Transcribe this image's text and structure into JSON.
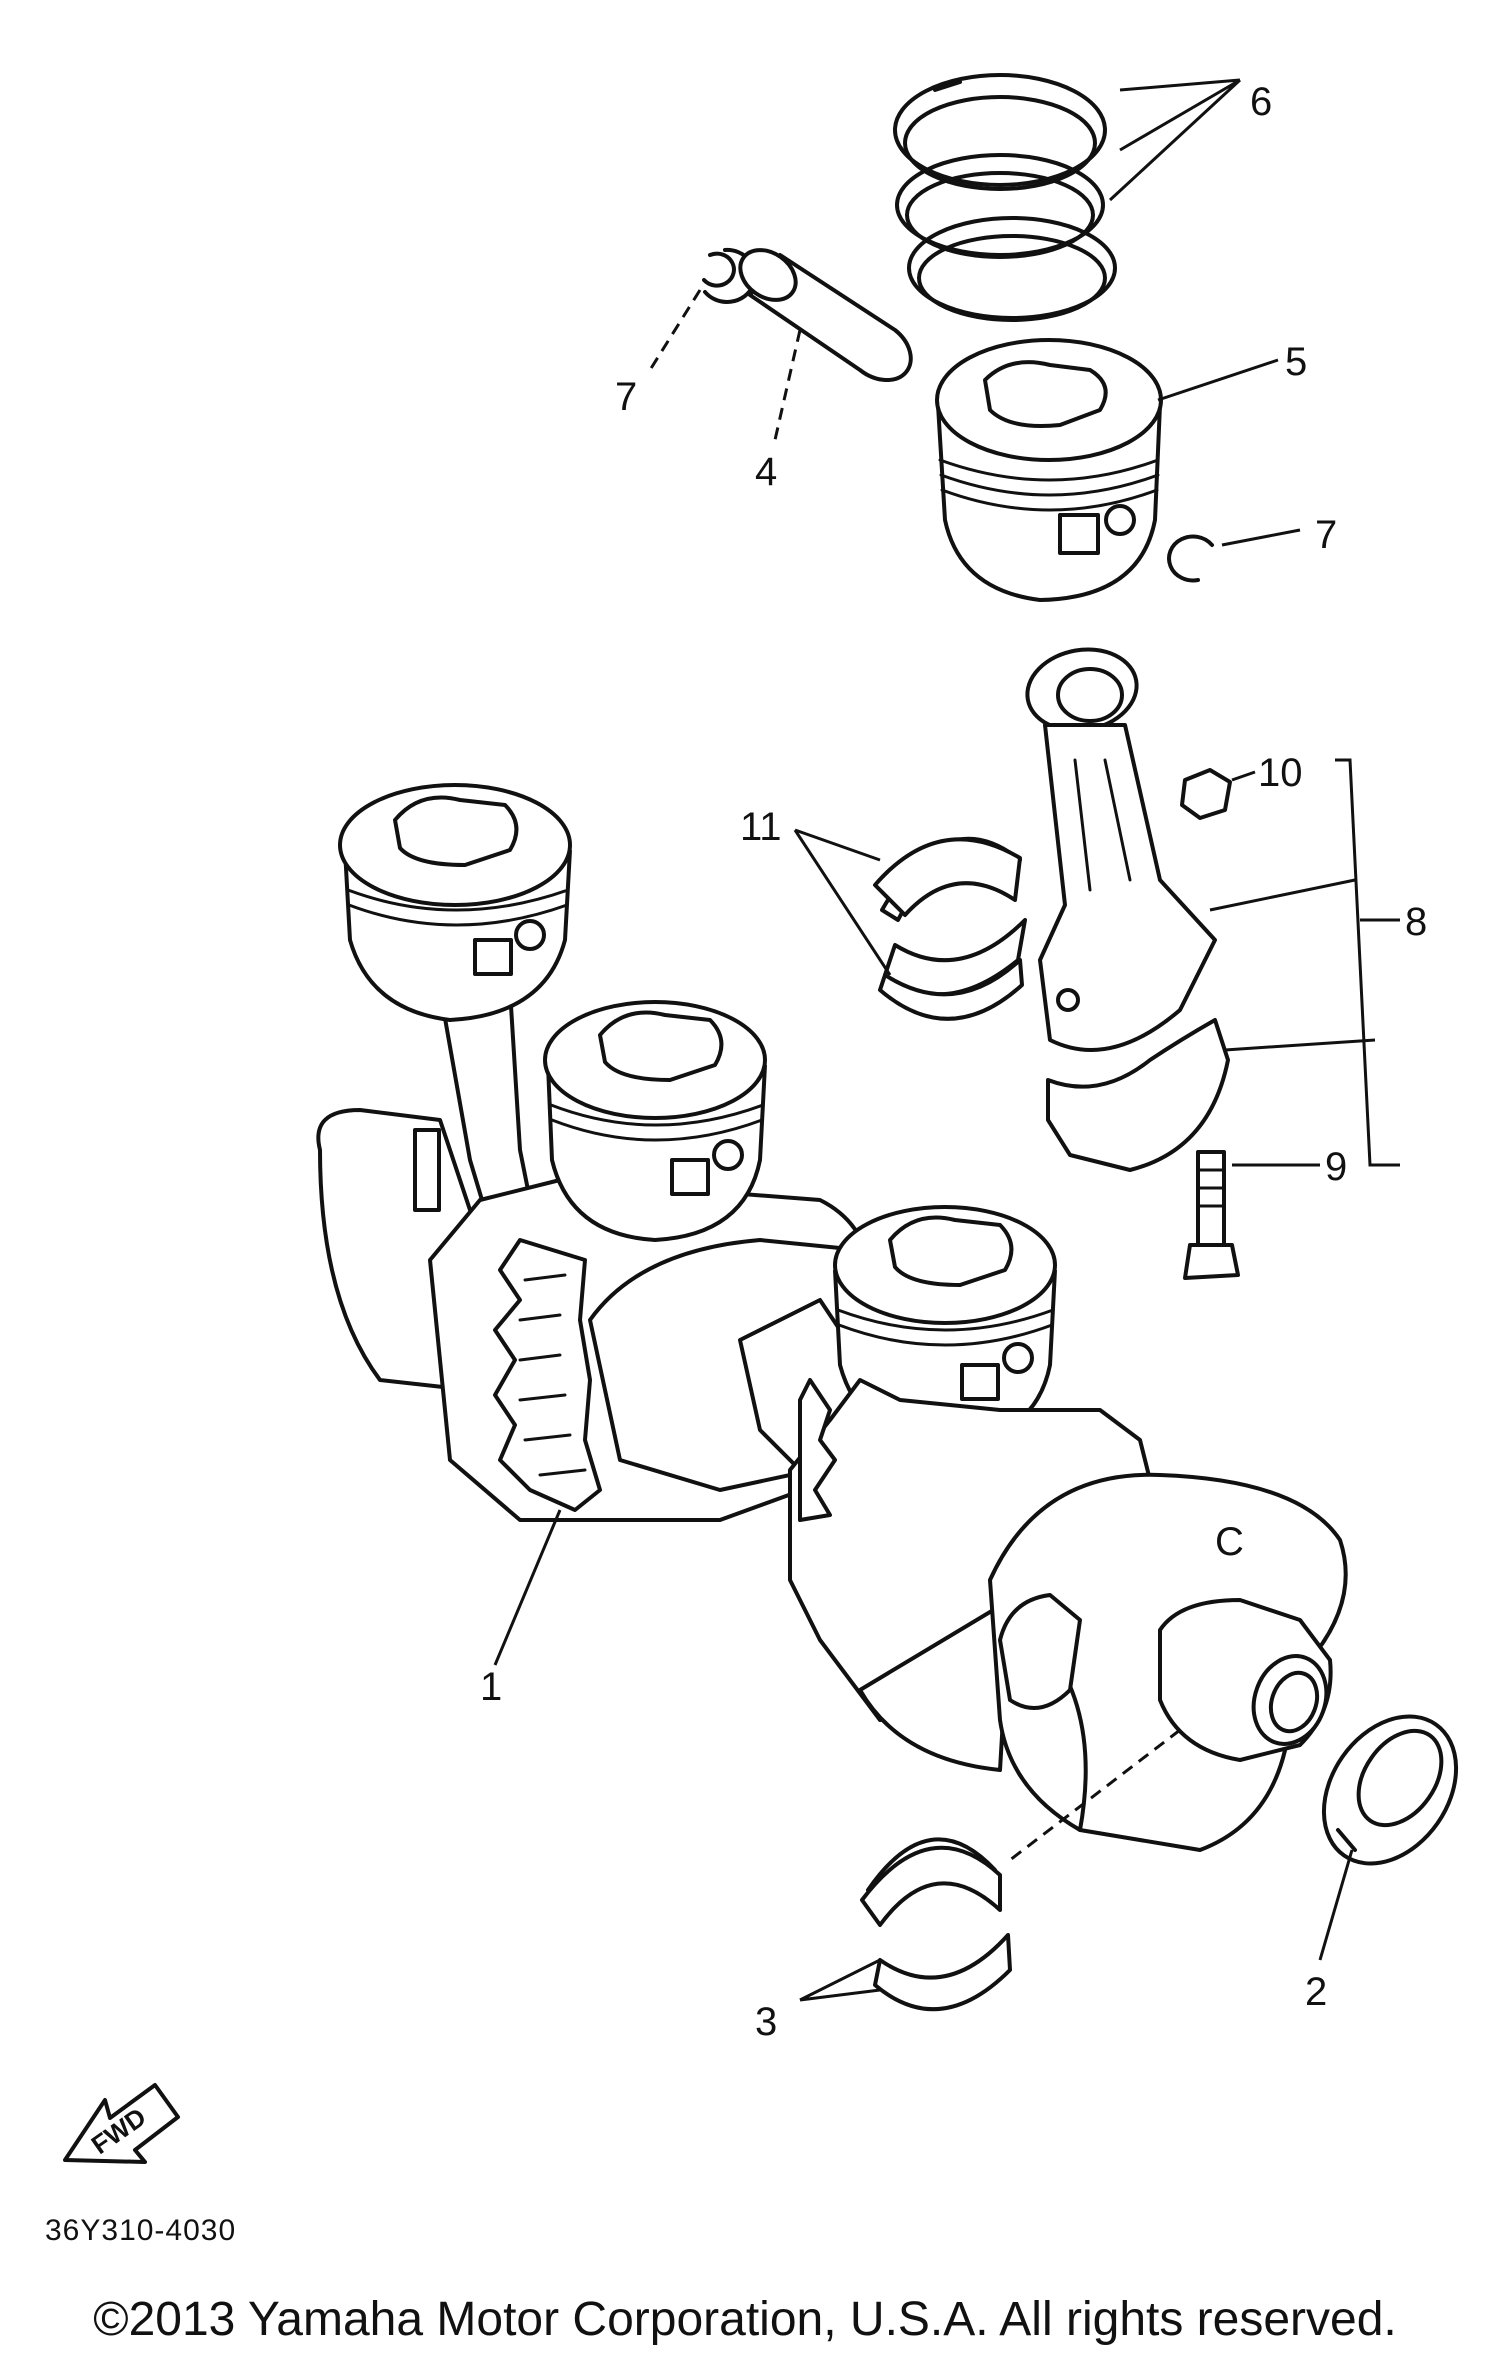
{
  "diagram": {
    "callouts": [
      {
        "id": "c1",
        "label": "1"
      },
      {
        "id": "c2",
        "label": "2"
      },
      {
        "id": "c3",
        "label": "3"
      },
      {
        "id": "c4",
        "label": "4"
      },
      {
        "id": "c5",
        "label": "5"
      },
      {
        "id": "c6",
        "label": "6"
      },
      {
        "id": "c7a",
        "label": "7"
      },
      {
        "id": "c7b",
        "label": "7"
      },
      {
        "id": "c8",
        "label": "8"
      },
      {
        "id": "c9",
        "label": "9"
      },
      {
        "id": "c10",
        "label": "10"
      },
      {
        "id": "c11",
        "label": "11"
      }
    ],
    "web_label": "C",
    "fwd_label": "FWD",
    "diagram_code": "36Y310-4030",
    "copyright": "©2013 Yamaha Motor Corporation, U.S.A. All rights reserved."
  }
}
